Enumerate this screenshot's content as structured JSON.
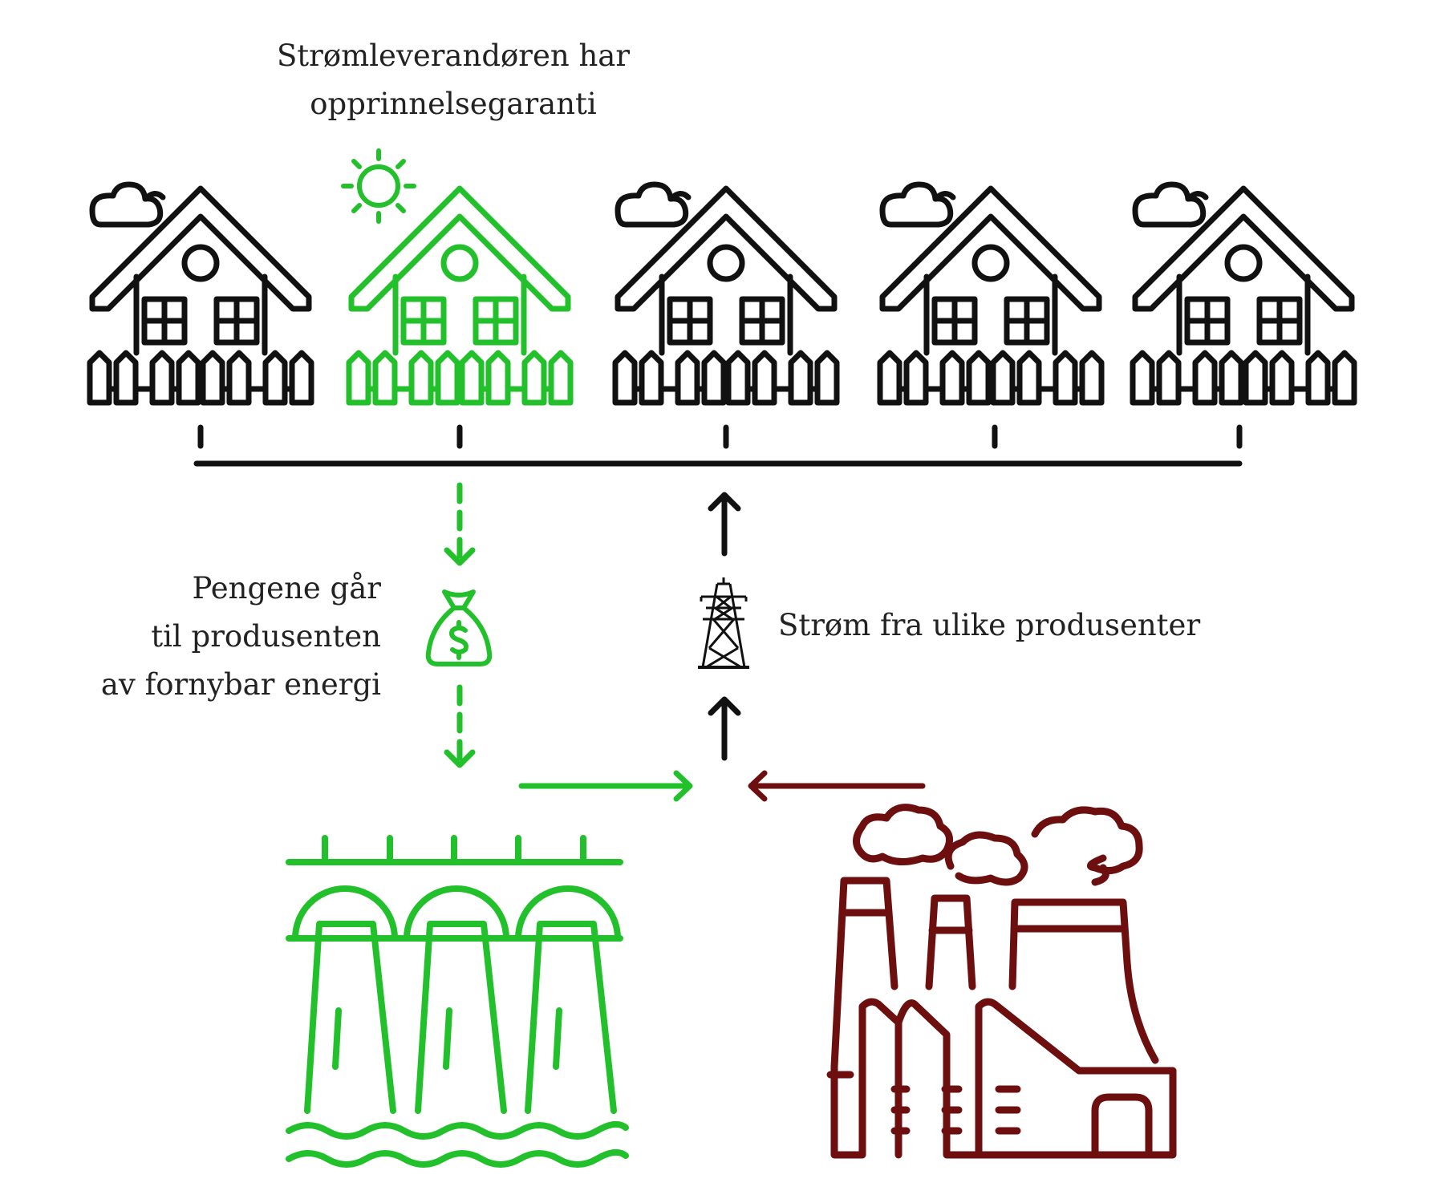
{
  "labels": {
    "supplier_guarantee": [
      "Strømleverandøren har",
      "opprinnelsegaranti"
    ],
    "money_flow": [
      "Pengene går",
      "til produsenten",
      "av fornybar energi"
    ],
    "power_flow": "Strøm fra ulike produsenter"
  },
  "icons": {
    "houses": [
      "house-icon",
      "house-icon",
      "house-icon",
      "house-icon",
      "house-icon"
    ],
    "house_weather": [
      "cloud-icon",
      "sun-icon",
      "cloud-icon",
      "cloud-icon",
      "cloud-icon"
    ],
    "money": "money-bag-icon",
    "tower": "power-tower-icon",
    "renewable": "hydro-dam-icon",
    "fossil": "factory-icon"
  },
  "colors": {
    "black": "#111111",
    "green": "#22c02a",
    "dark_red": "#6e0f0f",
    "text": "#222222"
  }
}
